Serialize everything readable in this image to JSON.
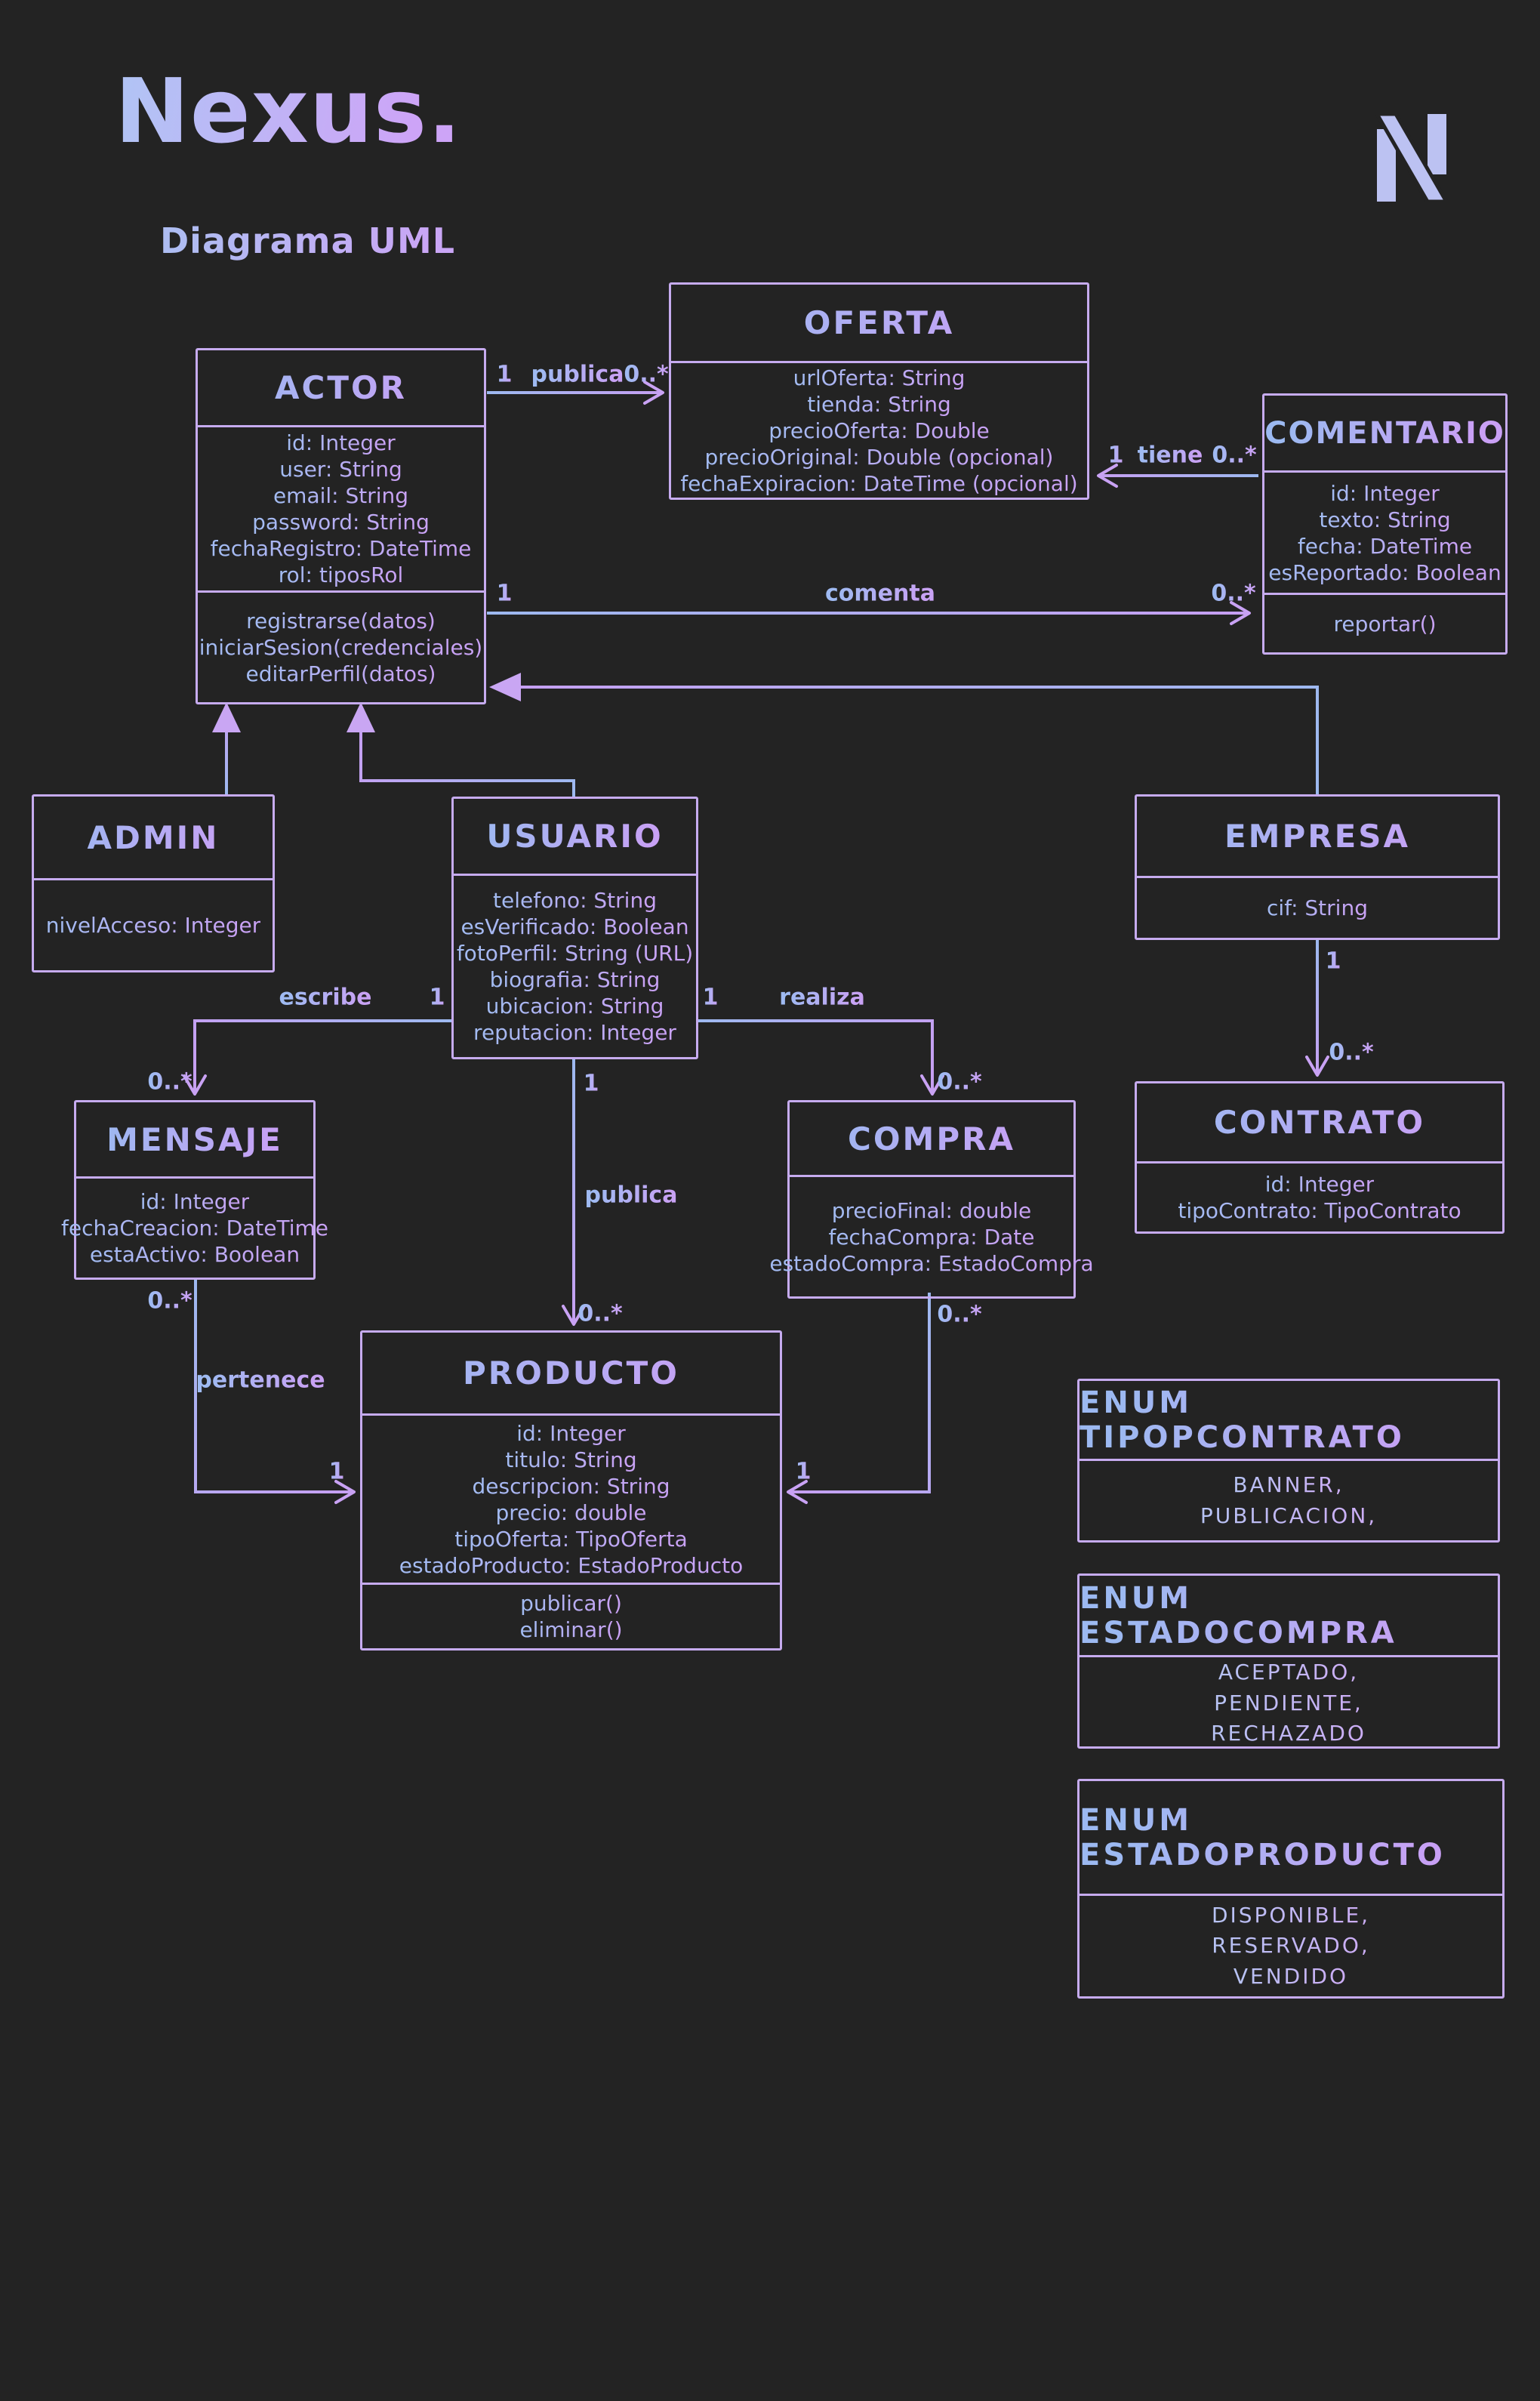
{
  "header": {
    "logo": "Nexus.",
    "subtitle": "Diagrama UML",
    "logo_icon": "nexus-n-monogram"
  },
  "colors": {
    "background": "#232323",
    "box_border": "#c6abef",
    "line_blue": "#9db9f0",
    "line_purple": "#c79ff2",
    "title_gradient_start": "#9cb9f1",
    "title_gradient_end": "#c9a0f5"
  },
  "classes": [
    {
      "title": "ACTOR",
      "attributes": [
        "id: Integer",
        "user: String",
        "email: String",
        "password: String",
        "fechaRegistro: DateTime",
        "rol: tiposRol"
      ],
      "methods": [
        "registrarse(datos)",
        "iniciarSesion(credenciales)",
        "editarPerfil(datos)"
      ]
    },
    {
      "title": "OFERTA",
      "attributes": [
        "urlOferta: String",
        "tienda: String",
        "precioOferta: Double",
        "precioOriginal: Double (opcional)",
        "fechaExpiracion: DateTime (opcional)"
      ],
      "methods": []
    },
    {
      "title": "COMENTARIO",
      "attributes": [
        "id: Integer",
        "texto: String",
        "fecha: DateTime",
        "esReportado: Boolean"
      ],
      "methods": [
        "reportar()"
      ]
    },
    {
      "title": "ADMIN",
      "attributes": [
        "nivelAcceso: Integer"
      ],
      "methods": []
    },
    {
      "title": "USUARIO",
      "attributes": [
        "telefono: String",
        "esVerificado: Boolean",
        "fotoPerfil: String (URL)",
        "biografia: String",
        "ubicacion: String",
        "reputacion: Integer"
      ],
      "methods": []
    },
    {
      "title": "EMPRESA",
      "attributes": [
        "cif: String"
      ],
      "methods": []
    },
    {
      "title": "CONTRATO",
      "attributes": [
        "id: Integer",
        "tipoContrato: TipoContrato"
      ],
      "methods": []
    },
    {
      "title": "MENSAJE",
      "attributes": [
        "id: Integer",
        "fechaCreacion: DateTime",
        "estaActivo: Boolean"
      ],
      "methods": []
    },
    {
      "title": "COMPRA",
      "attributes": [
        "precioFinal: double",
        "fechaCompra: Date",
        "estadoCompra: EstadoCompra"
      ],
      "methods": []
    },
    {
      "title": "PRODUCTO",
      "attributes": [
        "id: Integer",
        "titulo: String",
        "descripcion: String",
        "precio: double",
        "tipoOferta: TipoOferta",
        "estadoProducto: EstadoProducto"
      ],
      "methods": [
        "publicar()",
        "eliminar()"
      ]
    }
  ],
  "enums": [
    {
      "title": "ENUM TIPOPCONTRATO",
      "values": [
        "BANNER,",
        "PUBLICACION,"
      ]
    },
    {
      "title": "ENUM ESTADOCOMPRA",
      "values": [
        "ACEPTADO,",
        "PENDIENTE,",
        "RECHAZADO"
      ]
    },
    {
      "title": "ENUM ESTADOPRODUCTO",
      "values": [
        "DISPONIBLE,",
        "RESERVADO,",
        "VENDIDO"
      ]
    }
  ],
  "relations": [
    {
      "id": "publica-oferta",
      "type": "association",
      "from": "ACTOR",
      "to": "OFERTA",
      "from_card": "1",
      "to_card": "0..*",
      "label": "publica"
    },
    {
      "id": "tiene",
      "type": "association",
      "from": "COMENTARIO",
      "to": "OFERTA",
      "from_card": "0..*",
      "to_card": "1",
      "label": "tiene"
    },
    {
      "id": "comenta",
      "type": "association",
      "from": "ACTOR",
      "to": "COMENTARIO",
      "from_card": "1",
      "to_card": "0..*",
      "label": "comenta"
    },
    {
      "id": "escribe",
      "type": "association",
      "from": "USUARIO",
      "to": "MENSAJE",
      "from_card": "1",
      "to_card": "0..*",
      "label": "escribe"
    },
    {
      "id": "realiza",
      "type": "association",
      "from": "USUARIO",
      "to": "COMPRA",
      "from_card": "1",
      "to_card": "0..*",
      "label": "realiza"
    },
    {
      "id": "publica-producto",
      "type": "association",
      "from": "USUARIO",
      "to": "PRODUCTO",
      "from_card": "1",
      "to_card": "0..*",
      "label": "publica"
    },
    {
      "id": "pertenece",
      "type": "association",
      "from": "MENSAJE",
      "to": "PRODUCTO",
      "from_card": "0..*",
      "to_card": "1",
      "label": "pertenece"
    },
    {
      "id": "compra-producto",
      "type": "association",
      "from": "COMPRA",
      "to": "PRODUCTO",
      "from_card": "0..*",
      "to_card": "1"
    },
    {
      "id": "empresa-contrato",
      "type": "association",
      "from": "EMPRESA",
      "to": "CONTRATO",
      "from_card": "1",
      "to_card": "0..*"
    },
    {
      "id": "admin-actor",
      "type": "inheritance",
      "from": "ADMIN",
      "to": "ACTOR"
    },
    {
      "id": "usuario-actor",
      "type": "inheritance",
      "from": "USUARIO",
      "to": "ACTOR"
    },
    {
      "id": "empresa-actor",
      "type": "inheritance",
      "from": "EMPRESA",
      "to": "ACTOR"
    }
  ]
}
